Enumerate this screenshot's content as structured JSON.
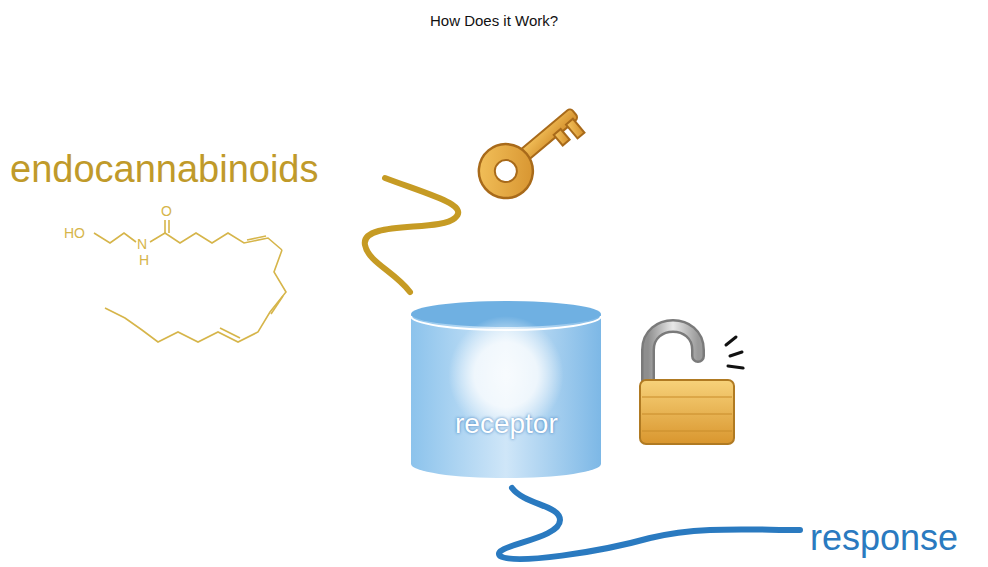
{
  "diagram": {
    "title": "How Does it Work?",
    "nodes": [
      {
        "text": [
          "receptor"
        ]
      }
    ],
    "labels": [
      "endocannabinoids",
      "HO",
      "N",
      "H",
      "O",
      "response"
    ]
  }
}
